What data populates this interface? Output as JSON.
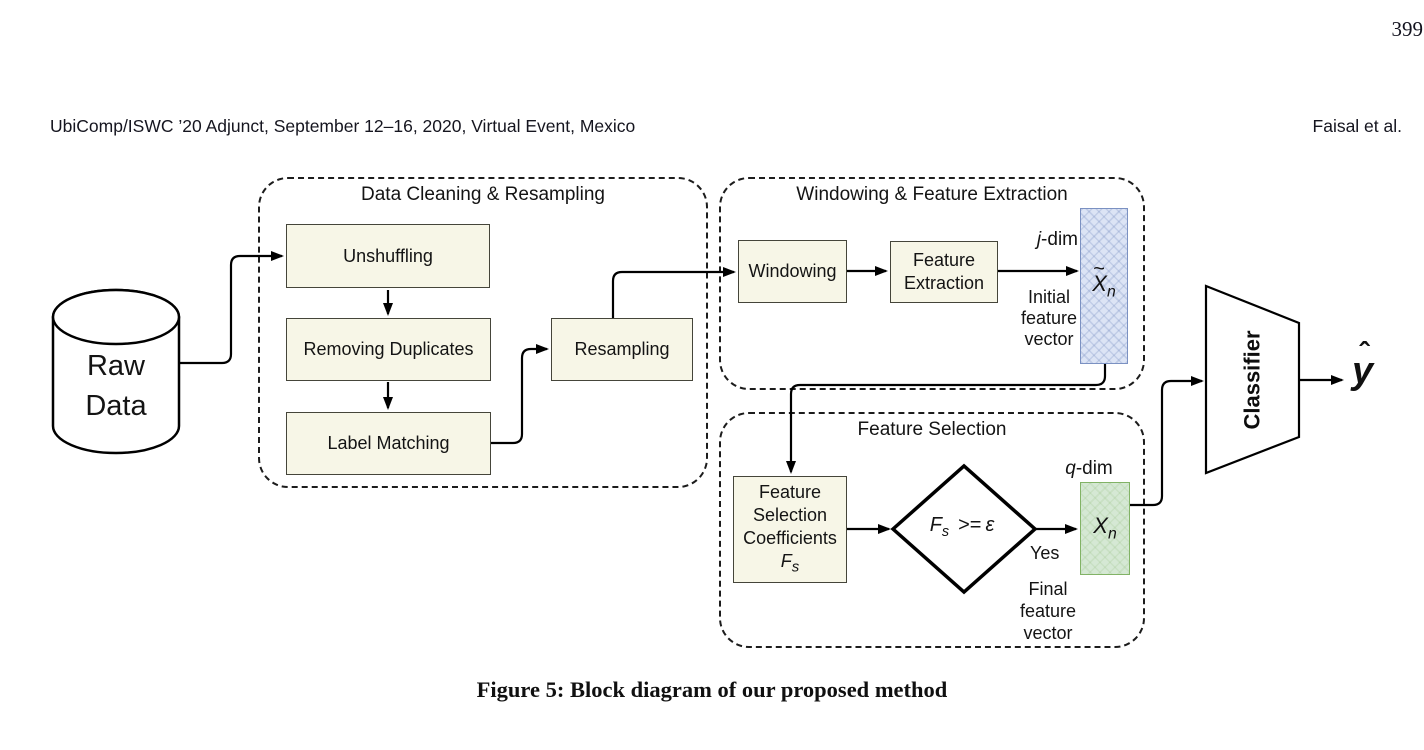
{
  "page": {
    "page_number": "399",
    "header_left": "UbiComp/ISWC ’20 Adjunct, September 12–16, 2020, Virtual Event, Mexico",
    "header_right": "Faisal et al.",
    "caption": "Figure 5: Block diagram of our proposed method"
  },
  "diagram": {
    "raw_data": {
      "line1": "Raw",
      "line2": "Data"
    },
    "groups": {
      "cleaning_title": "Data Cleaning & Resampling",
      "windowing_title": "Windowing & Feature Extraction",
      "selection_title": "Feature Selection"
    },
    "boxes": {
      "unshuffling": "Unshuffling",
      "removing_duplicates": "Removing Duplicates",
      "label_matching": "Label Matching",
      "resampling": "Resampling",
      "windowing": "Windowing",
      "feature_extraction": {
        "line1": "Feature",
        "line2": "Extraction"
      },
      "coefficients": {
        "line1": "Feature",
        "line2": "Selection",
        "line3": "Coefficients",
        "symbol_base": "F",
        "symbol_sub": "s"
      }
    },
    "initial_vector": {
      "tilde": "~",
      "base": "X",
      "sub": "n",
      "dim_prefix": "j",
      "dim_suffix": "-dim",
      "desc_line1": "Initial",
      "desc_line2": "feature",
      "desc_line3": "vector"
    },
    "final_vector": {
      "base": "X",
      "sub": "n",
      "dim_prefix": "q",
      "dim_suffix": "-dim",
      "desc_line1": "Final",
      "desc_line2": "feature",
      "desc_line3": "vector"
    },
    "decision": {
      "base": "F",
      "sub": "s",
      "operator": ">=",
      "epsilon": "ε",
      "yes_label": "Yes"
    },
    "classifier": {
      "label": "Classifier",
      "output_hat": "ˆ",
      "output_base": "y"
    },
    "colors": {
      "cream-fill": "#f7f6e7",
      "cream-border": "#45453a",
      "blue-fill": "#dce4f5",
      "blue-border": "#7b91c2",
      "green-fill": "#d5e8d4",
      "green-border": "#82b366",
      "line-color": "#000000"
    }
  }
}
